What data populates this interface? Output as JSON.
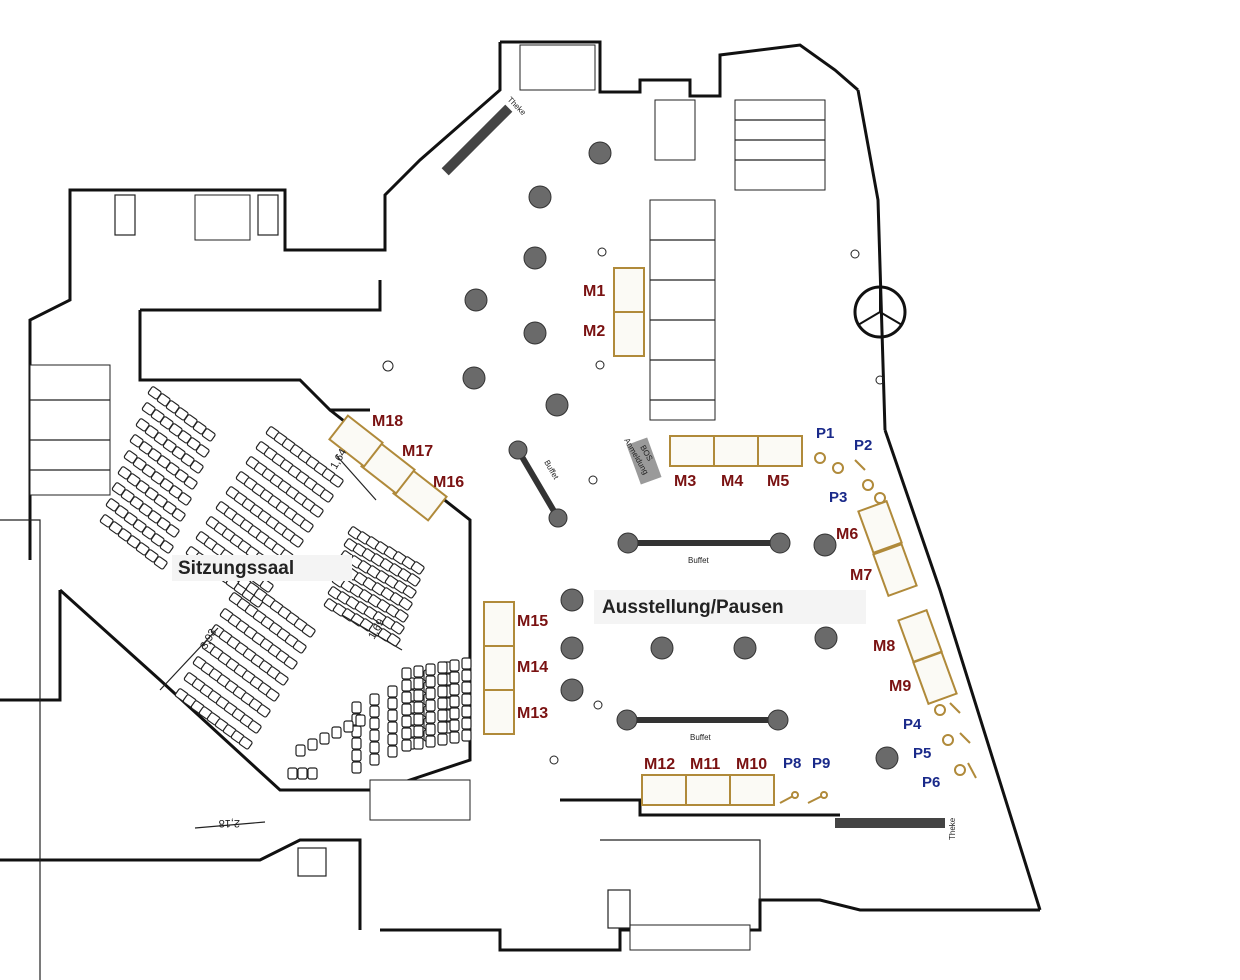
{
  "rooms": {
    "sitzungssaal": "Sitzungssaal",
    "ausstellung": "Ausstellung/Pausen"
  },
  "annotations": {
    "theke_top": "Theke",
    "theke_bottom": "Theke",
    "buffet_diag": "Buffet",
    "buffet_mid": "Buffet",
    "buffet_low": "Buffet",
    "anmeldung": "Anmeldung",
    "bos": "BOS"
  },
  "dimensions": {
    "d1": "1,64",
    "d2": "3,93",
    "d3": "1,69",
    "d4": "2,18"
  },
  "booths_m": [
    "M1",
    "M2",
    "M3",
    "M4",
    "M5",
    "M6",
    "M7",
    "M8",
    "M9",
    "M10",
    "M11",
    "M12",
    "M13",
    "M14",
    "M15",
    "M16",
    "M17",
    "M18"
  ],
  "booths_p": [
    "P1",
    "P2",
    "P3",
    "P4",
    "P5",
    "P6",
    "P8",
    "P9"
  ],
  "colors": {
    "m_label": "#7a1212",
    "p_label": "#1a2a8a",
    "booth_border": "#b08a3a",
    "column_fill": "#6a6a6a"
  }
}
